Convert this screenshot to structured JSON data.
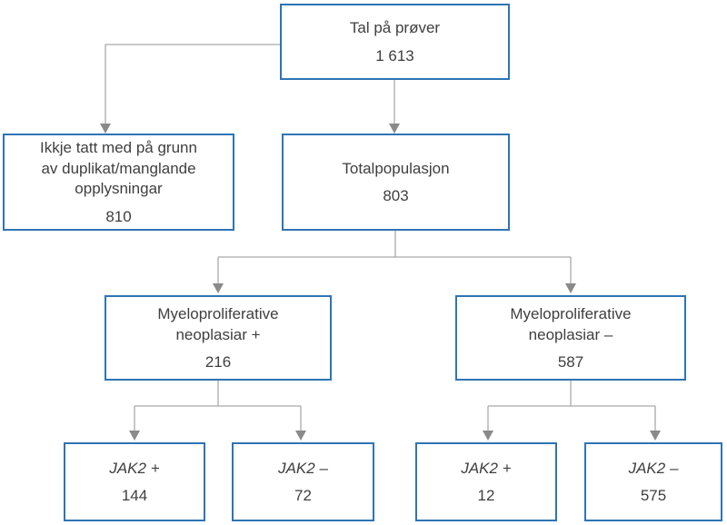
{
  "diagram": {
    "type": "flowchart",
    "colors": {
      "box_border": "#2e74b5",
      "connector_line": "#a9a9a9",
      "arrowhead": "#8a8a8a",
      "text": "#3f3f3f"
    },
    "nodes": {
      "total_samples": {
        "label": "Tal på prøver",
        "value": "1 613"
      },
      "excluded": {
        "label": "Ikkje tatt med på grunn\nav duplikat/manglande\nopplysningar",
        "value": "810"
      },
      "population": {
        "label": "Totalpopulasjon",
        "value": "803"
      },
      "mpn_positive": {
        "label": "Myeloproliferative\nneoplasiar +",
        "value": "216"
      },
      "mpn_negative": {
        "label": "Myeloproliferative\nneoplasiar –",
        "value": "587"
      },
      "jak2_positive_of_mpn_positive": {
        "label": "JAK2 +",
        "value": "144"
      },
      "jak2_negative_of_mpn_positive": {
        "label": "JAK2 –",
        "value": "72"
      },
      "jak2_positive_of_mpn_negative": {
        "label": "JAK2 +",
        "value": "12"
      },
      "jak2_negative_of_mpn_negative": {
        "label": "JAK2 –",
        "value": "575"
      }
    }
  }
}
